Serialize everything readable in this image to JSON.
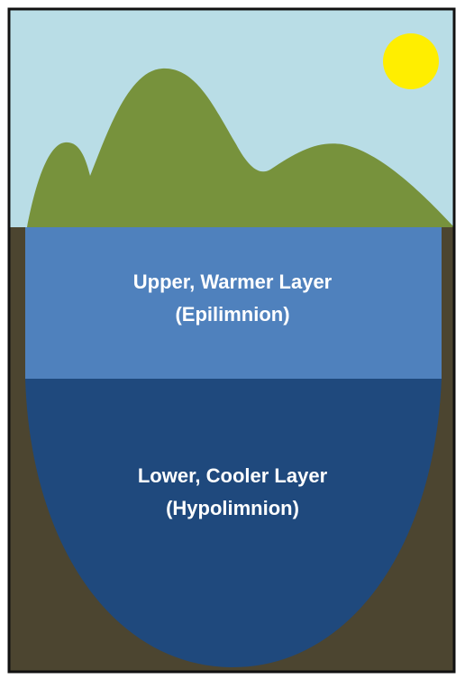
{
  "colors": {
    "sky": "#b9dde6",
    "sun": "#ffee00",
    "mountains": "#77923c",
    "ground": "#4c4530",
    "upper_water": "#4f81bd",
    "lower_water": "#1f497d",
    "frame": "#111111",
    "label_text": "#ffffff"
  },
  "layers": {
    "upper": {
      "line1": "Upper, Warmer Layer",
      "line2": "(Epilimnion)"
    },
    "lower": {
      "line1": "Lower, Cooler Layer",
      "line2": "(Hypolimnion)"
    }
  }
}
